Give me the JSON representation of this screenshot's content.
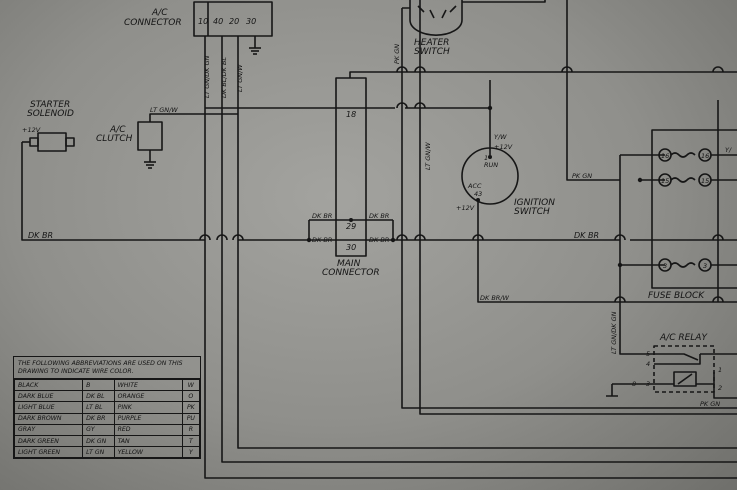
{
  "labels": {
    "ac_connector": [
      "A/C",
      "CONNECTOR"
    ],
    "ac_connector_pins": [
      "10",
      "40",
      "20",
      "30"
    ],
    "starter_solenoid": [
      "STARTER",
      "SOLENOID"
    ],
    "ac_clutch": [
      "A/C",
      "CLUTCH"
    ],
    "heater_switch": [
      "HEATER",
      "SWITCH"
    ],
    "main_connector": [
      "MAIN",
      "CONNECTOR"
    ],
    "main_pins": [
      "18",
      "29",
      "30"
    ],
    "ignition_switch": [
      "IGNITION",
      "SWITCH"
    ],
    "ign_run": "1",
    "ign_run_label": "RUN",
    "ign_acc": "ACC",
    "ign_acc_pin": "43",
    "fuse_block": "FUSE BLOCK",
    "fuse_numbers": [
      "16",
      "16",
      "15",
      "15",
      "3",
      "3"
    ],
    "ac_relay": "A/C RELAY",
    "relay_pins": [
      "5",
      "4",
      "8",
      "3",
      "1",
      "2"
    ],
    "v12": "+12V",
    "v12_run": "+12V",
    "v12_acc": "+12V",
    "yw_cut": "Y/"
  },
  "wires": {
    "lt_gn_w_a": "LT GN/W",
    "lt_gn_w_vertical": "LT GN/W",
    "pk_gn_vertical": "PK GN",
    "pk_gn_fuse": "PK GN",
    "pk_gn_bottom": "PK GN",
    "dk_br_left": "DK BR",
    "dk_br_right": "DK BR",
    "dk_br_main_a": "DK BR",
    "dk_br_main_b": "DK BR",
    "dk_br_main_c": "DK BR",
    "dk_br_main_d": "DK BR",
    "dk_brw": "DK BR/W",
    "y_w": "Y/W",
    "lt_gn_dk_gn": "LT GN/DK GN",
    "dk_bl_lt_bl": "DK BL/DK BL",
    "lt_gn_w_b": "LT GN/W",
    "lt_gn_dk_gn_relay": "LT GN/DK GN"
  },
  "abbreviations": {
    "note": "THE FOLLOWING ABBREVIATIONS ARE USED ON THIS DRAWING TO INDICATE WIRE COLOR.",
    "rows": [
      [
        "BLACK",
        "B",
        "WHITE",
        "W"
      ],
      [
        "DARK BLUE",
        "DK BL",
        "ORANGE",
        "O"
      ],
      [
        "LIGHT BLUE",
        "LT BL",
        "PINK",
        "PK"
      ],
      [
        "DARK BROWN",
        "DK BR",
        "PURPLE",
        "PU"
      ],
      [
        "GRAY",
        "GY",
        "RED",
        "R"
      ],
      [
        "DARK GREEN",
        "DK GN",
        "TAN",
        "T"
      ],
      [
        "LIGHT GREEN",
        "LT GN",
        "YELLOW",
        "Y"
      ]
    ]
  }
}
